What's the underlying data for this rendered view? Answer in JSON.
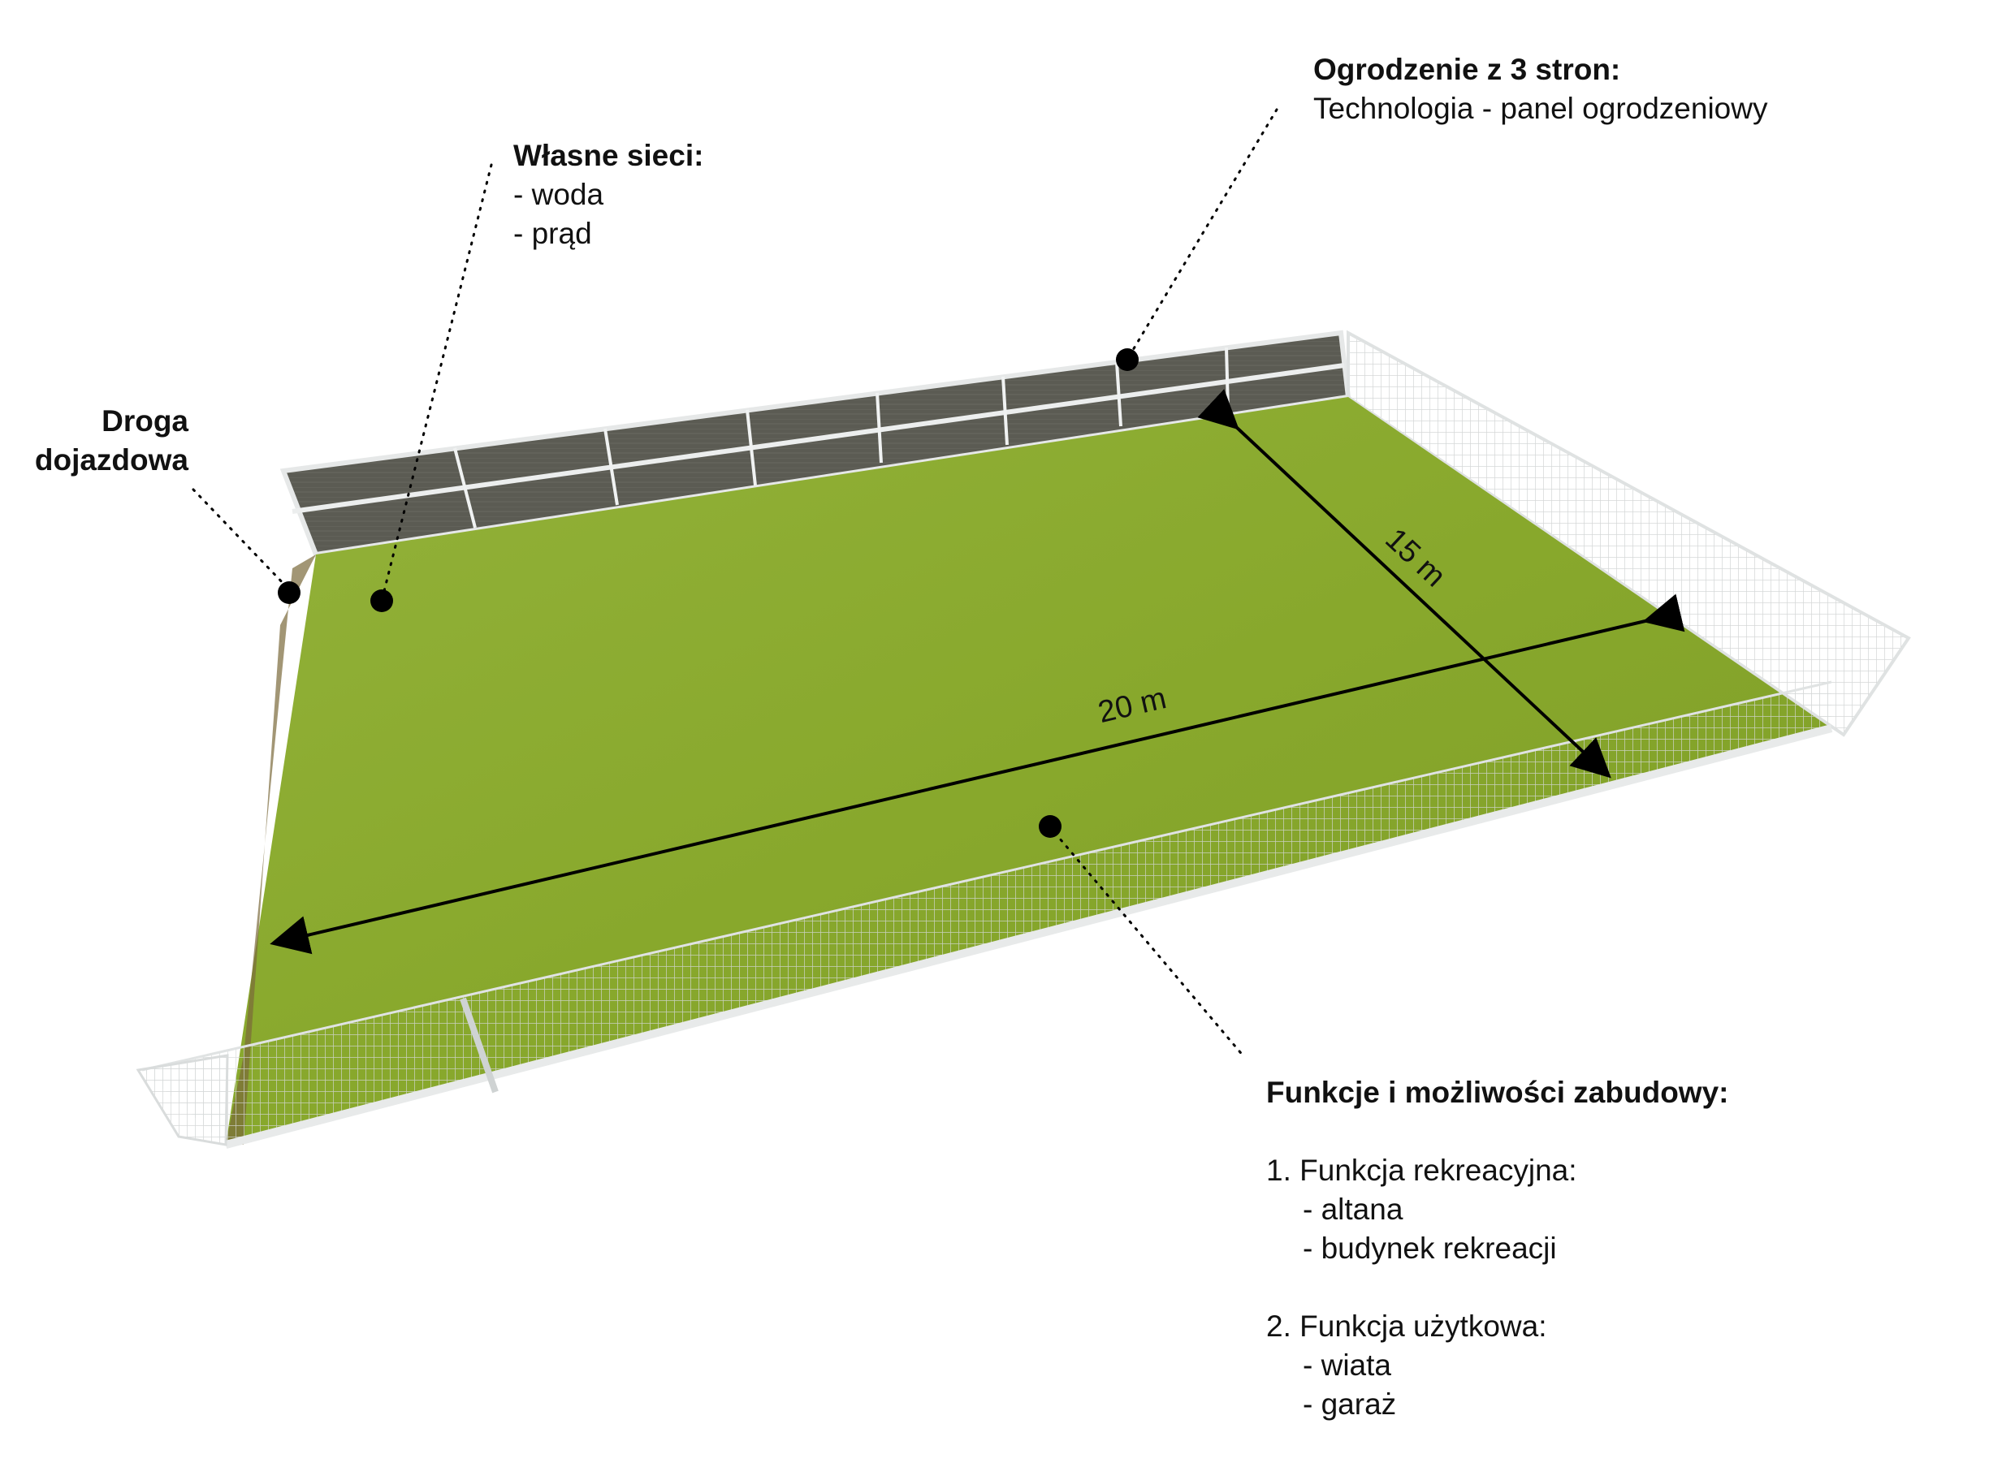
{
  "labels": {
    "droga": {
      "line1": "Droga",
      "line2": "dojazdowa"
    },
    "sieci": {
      "title": "Własne sieci:",
      "items": [
        "- woda",
        "- prąd"
      ]
    },
    "ogrodzenie": {
      "title": "Ogrodzenie z 3 stron:",
      "text": "Technologia - panel ogrodzeniowy"
    },
    "funkcje": {
      "title": "Funkcje i możliwości zabudowy:",
      "groups": [
        {
          "title": "1. Funkcja rekreacyjna:",
          "items": [
            "- altana",
            "- budynek rekreacji"
          ]
        },
        {
          "title": "2. Funkcja użytkowa:",
          "items": [
            "- wiata",
            "- garaż"
          ]
        }
      ]
    }
  },
  "dimensions": {
    "length": "20 m",
    "width": "15 m"
  },
  "colors": {
    "grass": "#8aa82e",
    "fence_dark": "#5a5a52",
    "fence_light": "#e4e6e6",
    "marker": "#000000"
  }
}
